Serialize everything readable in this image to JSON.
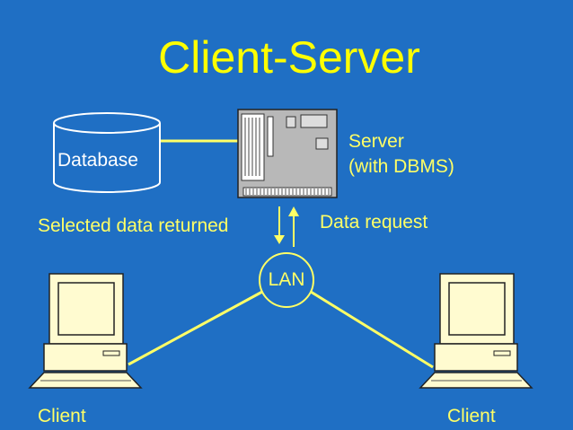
{
  "title": "Client-Server",
  "nodes": {
    "database": "Database",
    "server_line1": "Server",
    "server_line2": "(with DBMS)",
    "lan": "LAN",
    "client_left": "Client",
    "client_right": "Client"
  },
  "edges": {
    "returned": "Selected data returned",
    "request": "Data request"
  },
  "colors": {
    "background": "#1f6fc4",
    "text": "#ffff66",
    "line": "#ffff66",
    "device": "#fffbd0"
  }
}
